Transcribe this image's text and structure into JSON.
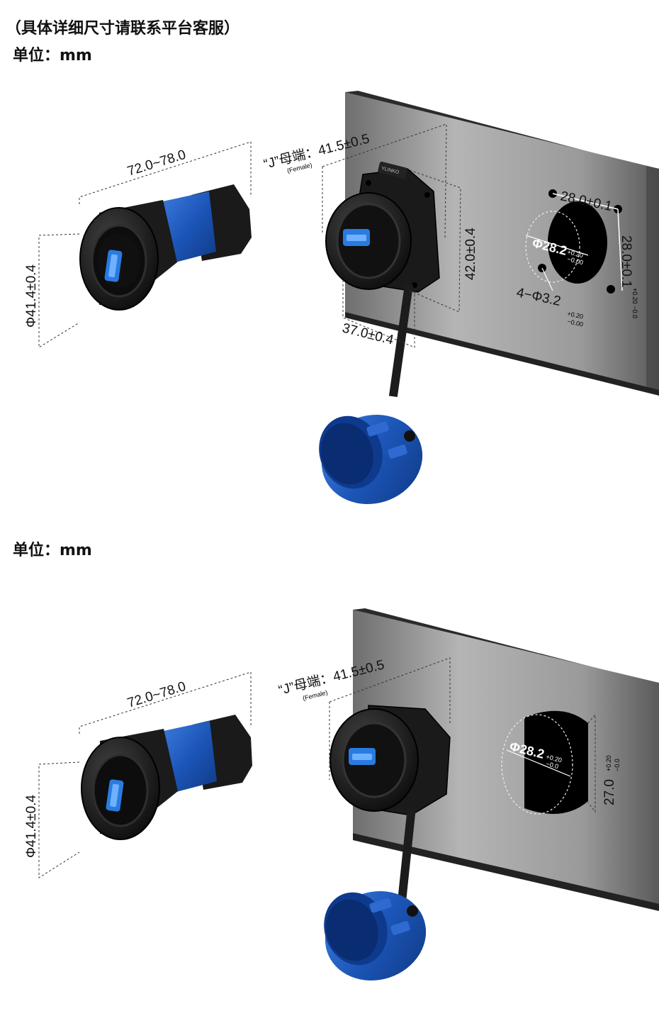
{
  "header": {
    "note": "（具体详细尺寸请联系平台客服）",
    "unit": "单位：mm"
  },
  "scene1": {
    "plug_length": "72.0~78.0",
    "plug_diameter": "Φ41.4±0.4",
    "socket_label": "“J”母端：41.5±0.5",
    "socket_sub": "(Female)",
    "flange_height": "42.0±0.4",
    "flange_width": "37.0±0.4",
    "hole_spacing_h": "28.0±0.1",
    "hole_spacing_v": "28.0±0.1",
    "hole_spacing_v_tol": "+0.20 −0.0",
    "cutout_dia": "Φ28.2",
    "cutout_tol_plus": "+0.20",
    "cutout_tol_minus": "−0.00",
    "mount_holes": "4−Φ3.2",
    "mount_tol_plus": "+0.20",
    "mount_tol_minus": "−0.00",
    "brand": "YLINKO"
  },
  "scene2": {
    "unit": "单位：mm",
    "plug_length": "72.0~78.0",
    "plug_diameter": "Φ41.4±0.4",
    "socket_label": "“J”母端：41.5±0.5",
    "socket_sub": "(Female)",
    "cutout_dia": "Φ28.2",
    "cutout_tol_plus": "+0.20",
    "cutout_tol_minus": "−0.0",
    "flat_dim": "27.0",
    "flat_tol_plus": "+0.20",
    "flat_tol_minus": "−0.0"
  },
  "colors": {
    "connector_blue": "#1f5fc4",
    "body_black": "#1a1a1a",
    "panel_grey": "#8a8a8a",
    "usb_blue": "#2a7be0"
  }
}
